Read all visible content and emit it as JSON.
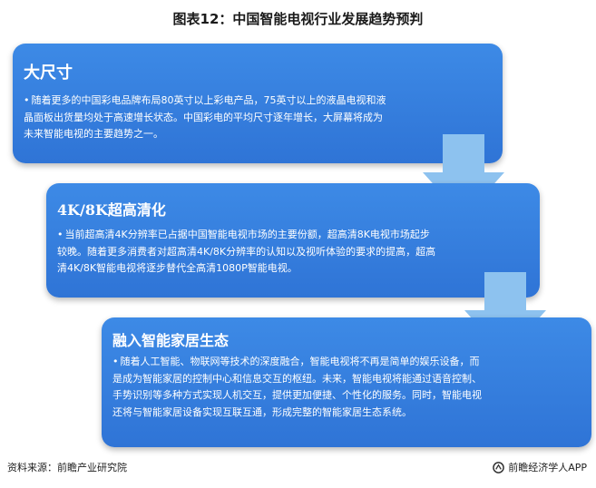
{
  "title": "图表12：中国智能电视行业发展趋势预判",
  "steps": [
    {
      "heading": "大尺寸",
      "bullet": "•",
      "text": "随着更多的中国彩电品牌布局80英寸以上彩电产品，75英寸以上的液晶电视和液晶面板出货量均处于高速增长状态。中国彩电的平均尺寸逐年增长，大屏幕将成为未来智能电视的主要趋势之一。"
    },
    {
      "heading": "4K/8K超高清化",
      "bullet": "•",
      "text": "当前超高清4K分辨率已占据中国智能电视市场的主要份额，超高清8K电视市场起步较晚。随着更多消费者对超高清4K/8K分辨率的认知以及视听体验的要求的提高，超高清4K/8K智能电视将逐步替代全高清1080P智能电视。"
    },
    {
      "heading": "融入智能家居生态",
      "bullet": "•",
      "text": "随着人工智能、物联网等技术的深度融合，智能电视将不再是简单的娱乐设备，而是成为智能家居的控制中心和信息交互的枢纽。未来，智能电视将能通过语音控制、手势识别等多种方式实现人机交互，提供更加便捷、个性化的服务。同时，智能电视还将与智能家居设备实现互联互通，形成完整的智能家居生态系统。"
    }
  ],
  "footer": {
    "source": "资料来源：前瞻产业研究院",
    "brand": "前瞻经济学人APP"
  },
  "colors": {
    "card": "#3a84e2",
    "arrow": "#8dc2ef",
    "text_on_card": "#ffffff"
  },
  "icons": {
    "flow_arrow": "down-arrow-icon",
    "brand_logo": "qianzhan-logo-icon"
  }
}
